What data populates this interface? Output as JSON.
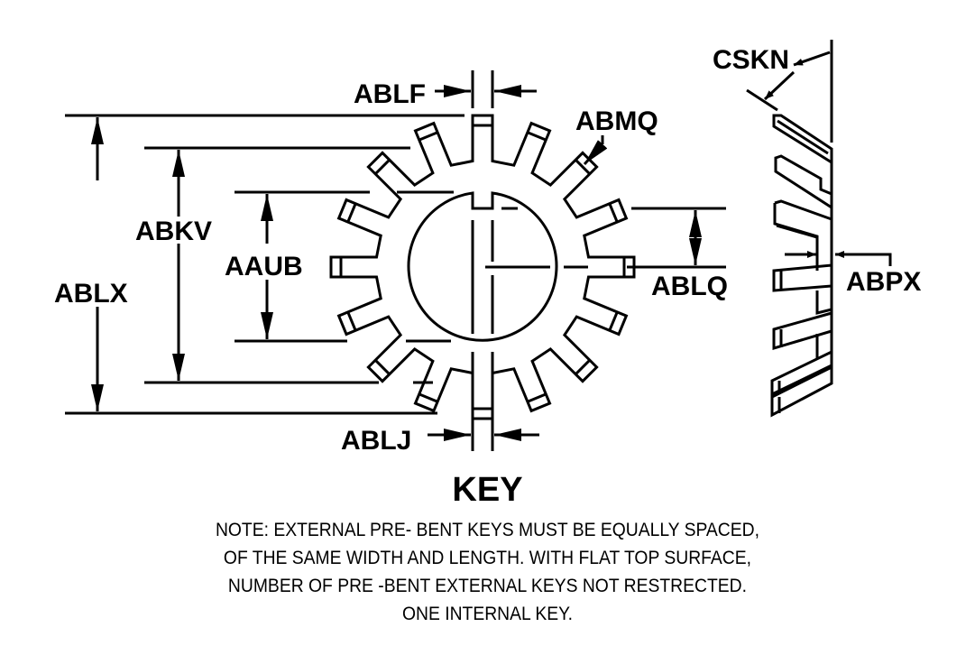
{
  "labels": {
    "ablf": "ABLF",
    "abmq": "ABMQ",
    "cskn": "CSKN",
    "abkv": "ABKV",
    "aaub": "AAUB",
    "ablx": "ABLX",
    "ablq": "ABLQ",
    "abpx": "ABPX",
    "ablj": "ABLJ"
  },
  "title": "KEY",
  "note_lines": [
    "NOTE: EXTERNAL PRE- BENT KEYS MUST BE EQUALLY SPACED,",
    "OF THE SAME WIDTH AND LENGTH.  WITH FLAT  TOP SURFACE,",
    "NUMBER OF PRE -BENT EXTERNAL KEYS NOT RESTRECTED.",
    "ONE INTERNAL KEY."
  ],
  "gear": {
    "external_teeth": 16,
    "internal_keys": 1
  },
  "colors": {
    "ink": "#000000",
    "paper": "#ffffff"
  }
}
